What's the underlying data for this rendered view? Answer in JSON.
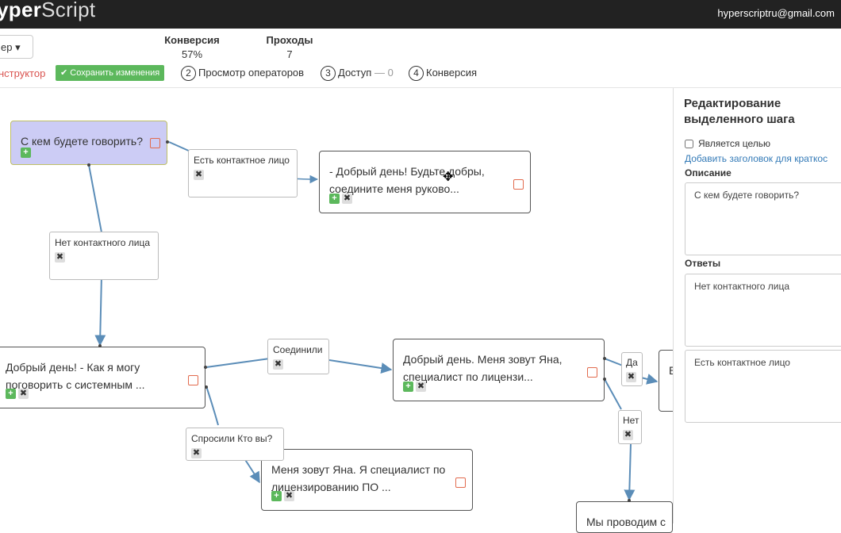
{
  "app": {
    "brand_bold": "yper",
    "brand_light": "Script",
    "user_email": "hyperscriptru@gmail.com"
  },
  "toolbar": {
    "dropdown_label": "ер ▾",
    "stats": [
      {
        "label": "Конверсия",
        "value": "57%"
      },
      {
        "label": "Проходы",
        "value": "7"
      }
    ],
    "active_step": "нструктор",
    "save_label": "✔ Сохранить изменения",
    "steps": [
      {
        "num": "2",
        "label": "Просмотр операторов",
        "extra": ""
      },
      {
        "num": "3",
        "label": "Доступ",
        "extra": "— 0"
      },
      {
        "num": "4",
        "label": "Конверсия",
        "extra": ""
      }
    ]
  },
  "nodes": {
    "n1": "С кем будете говорить?",
    "n2": "- Добрый день! Будьте добры, соедините меня руково...",
    "n3": "Добрый день! - Как я могу поговорить с системным ...",
    "n4": "Добрый день. Меня зовут Яна, специалист по лицензи...",
    "n5": "Меня зовут Яна. Я специалист по лицензированию ПО ...",
    "n6": "Мы проводим с",
    "n7": "Е"
  },
  "edges": {
    "e1": "Есть контактное лицо",
    "e2": "Нет контактного лица",
    "e3": "Соединили",
    "e4": "Спросили Кто вы?",
    "e5": "Да",
    "e6": "Нет"
  },
  "icons": {
    "plus": "+",
    "cross": "✖",
    "move_cursor": "✥"
  },
  "panel": {
    "title": "Редактирование выделенного шага",
    "goal_label": "Является целью",
    "add_title_link": "Добавить заголовок для краткос",
    "description_heading": "Описание",
    "description_value": "С кем будете говорить?",
    "answers_heading": "Ответы",
    "answers": [
      "Нет контактного лица",
      "Есть контактное лицо"
    ]
  },
  "colors": {
    "save_green": "#5cb85c",
    "selected_node": "#ccccf5",
    "edge_blue": "#5b8db8",
    "active_red": "#d9534f",
    "checkbox_orange": "#e26b4e"
  }
}
